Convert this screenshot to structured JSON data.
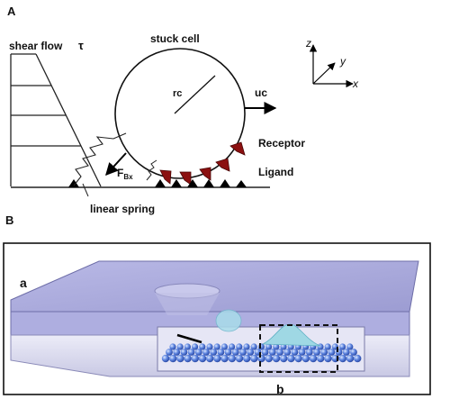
{
  "panels": {
    "a": "A",
    "b": "B"
  },
  "panel_a": {
    "shear_flow": "shear flow",
    "tau": "τ",
    "stuck_cell": "stuck cell",
    "rc": "rc",
    "uc": "uc",
    "receptor": "Receptor",
    "ligand": "Ligand",
    "force_main": "F",
    "force_sub": "Bx",
    "linear_spring": "linear spring",
    "axis_z": "z",
    "axis_y": "y",
    "axis_x": "x"
  },
  "panel_b": {
    "inset_a": "a",
    "inset_b": "b"
  },
  "colors": {
    "receptor": "#8b1010",
    "ligand": "#000000",
    "chip_top": "#a8a8d8",
    "chip_side": "#c8c8ec",
    "cell": "#9fd6e8",
    "beads": "#3f66cc"
  }
}
